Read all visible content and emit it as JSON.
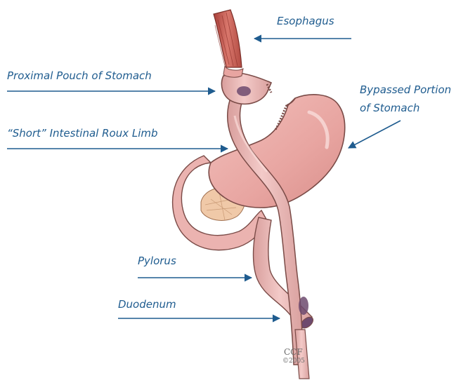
{
  "labels": {
    "esophagus": "Esophagus",
    "proximal_pouch": "Proximal Pouch of Stomach",
    "bypassed_line1": "Bypassed Portion",
    "bypassed_line2": "of Stomach",
    "roux_limb": "“Short” Intestinal Roux Limb",
    "pylorus": "Pylorus",
    "duodenum": "Duodenum"
  },
  "credit": {
    "org": "CCF",
    "year": "©2005"
  },
  "colors": {
    "label_text": "#1f5c8f",
    "arrow": "#1f5c8f",
    "stomach": "#e8a7a3",
    "intestine": "#edb9b7",
    "outline": "#7a4b47",
    "mucosa": "#6d4a6e",
    "esophagus_muscle": "#c8564d",
    "pancreas": "#f0c9a8"
  }
}
